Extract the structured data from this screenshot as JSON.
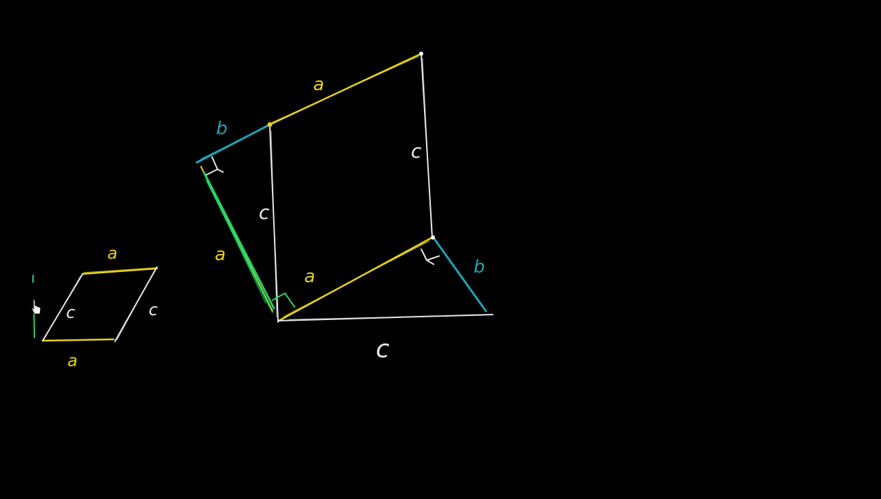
{
  "colors": {
    "background": "#000000",
    "white": "#e8e8e8",
    "yellow": "#e8d21a",
    "teal": "#1aa7b8",
    "green": "#22d66a",
    "cursor": "#ffffff"
  },
  "icons": {
    "cursor": "hand-pointer-icon"
  },
  "small_figure": {
    "label_top": "a",
    "label_bottom": "a",
    "label_left": "c",
    "label_right": "c"
  },
  "large_figure": {
    "label_top_a": "a",
    "label_top_b": "b",
    "label_left_c": "c",
    "label_right_c": "c",
    "label_left_a": "a",
    "label_inner_a": "a",
    "label_right_b": "b",
    "label_bottom_c": "c"
  }
}
